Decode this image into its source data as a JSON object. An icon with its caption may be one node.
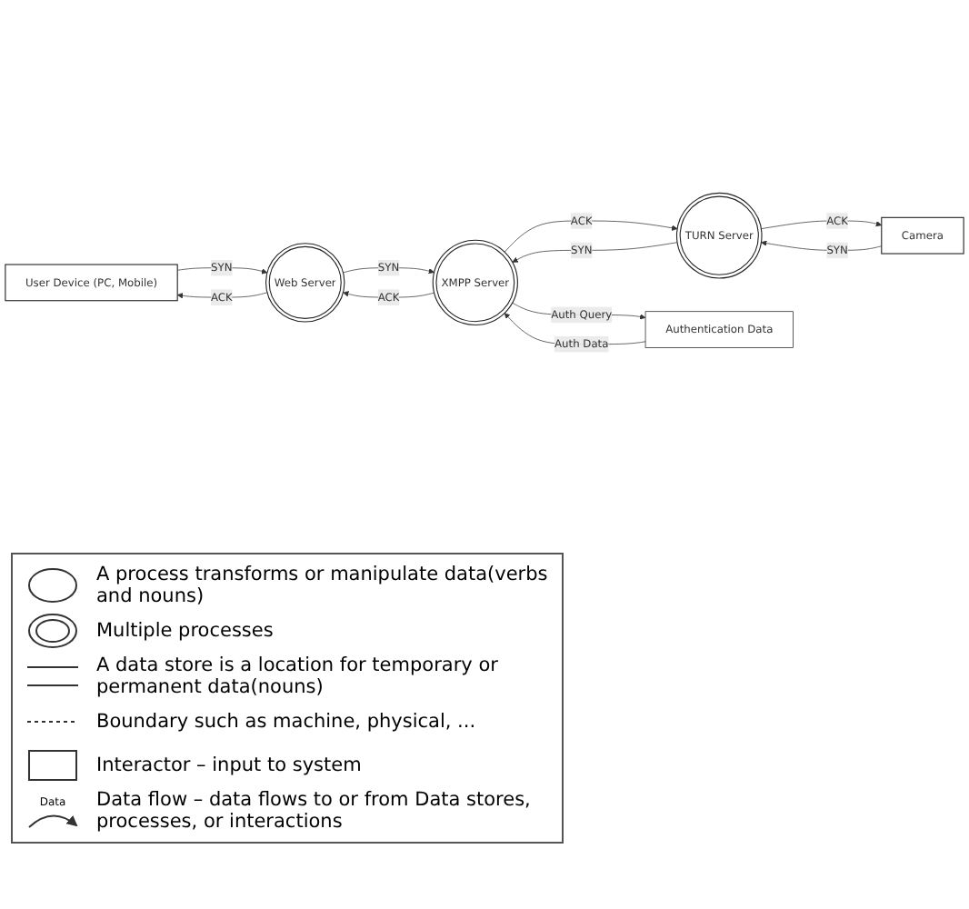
{
  "diagram": {
    "nodes": [
      {
        "text": [
          "User Device (PC, Mobile)"
        ]
      },
      {
        "text": [
          "Web Server"
        ]
      },
      {
        "text": [
          "Camera"
        ]
      },
      {
        "text": [
          "TURN Server"
        ]
      },
      {
        "text": [
          "XMPP Server"
        ]
      },
      {
        "text": [
          "Authentication Data"
        ]
      }
    ],
    "edges": [
      {
        "from": 0,
        "to": 1,
        "arrow": "to",
        "label": "SYN"
      },
      {
        "from": 1,
        "to": 0,
        "arrow": "to",
        "label": "ACK"
      },
      {
        "from": 1,
        "to": 4,
        "arrow": "to",
        "label": "SYN"
      },
      {
        "from": 4,
        "to": 1,
        "arrow": "to",
        "label": "ACK"
      },
      {
        "from": 2,
        "to": 3,
        "arrow": "to",
        "label": "SYN"
      },
      {
        "from": 3,
        "to": 2,
        "arrow": "to",
        "label": "ACK"
      },
      {
        "from": 3,
        "to": 4,
        "arrow": "to",
        "label": "SYN"
      },
      {
        "from": 4,
        "to": 3,
        "arrow": "to",
        "label": "ACK"
      },
      {
        "from": 4,
        "to": 5,
        "arrow": "to",
        "label": "Auth Query"
      },
      {
        "from": 5,
        "to": 4,
        "arrow": "to",
        "label": "Auth Data"
      }
    ],
    "labels": [
      "Data"
    ],
    "legend": [
      {
        "text": "A process transforms or manipulate data(verbs and nouns)"
      },
      {
        "text": "Multiple processes"
      },
      {
        "text": "A data store is a location for temporary or permanent data(nouns)"
      },
      {
        "text": "Boundary such as machine, physical, ..."
      },
      {
        "text": "Interactor – input to system"
      },
      {
        "text": "Data flow – data flows to or from Data stores, processes, or interactions"
      }
    ]
  }
}
